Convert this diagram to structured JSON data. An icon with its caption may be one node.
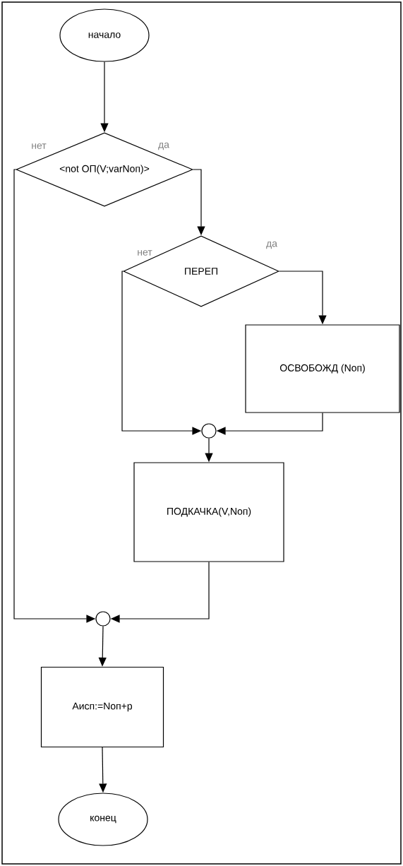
{
  "diagram": {
    "nodes": [
      {
        "text": [
          "начало"
        ]
      },
      {
        "text": [
          "<not ОП(V;varNоп)>"
        ]
      },
      {
        "text": [
          "ПЕРЕП"
        ]
      },
      {
        "text": [
          "ОСВОБОЖД (Nоп)"
        ]
      },
      {
        "text": [],
        "shape": "circle"
      },
      {
        "text": [
          "ПОДКАЧКА(V,Nоп)"
        ]
      },
      {
        "text": [],
        "shape": "circle"
      },
      {
        "text": [
          "Аисп:=Nоп+р"
        ]
      },
      {
        "text": [
          "конец"
        ]
      }
    ],
    "edges": [
      {
        "from": 0,
        "to": 1,
        "arrow": "to"
      },
      {
        "from": 1,
        "to": 6,
        "arrow": "to",
        "label": "нет"
      },
      {
        "from": 1,
        "to": 2,
        "arrow": "to",
        "label": "да"
      },
      {
        "from": 2,
        "to": 4,
        "arrow": "to",
        "label": "нет"
      },
      {
        "from": 2,
        "to": 3,
        "arrow": "to",
        "label": "да"
      },
      {
        "from": 3,
        "to": 4,
        "arrow": "to"
      },
      {
        "from": 4,
        "to": 5,
        "arrow": "to"
      },
      {
        "from": 5,
        "to": 6,
        "arrow": "to"
      },
      {
        "from": 6,
        "to": 7,
        "arrow": "to"
      },
      {
        "from": 7,
        "to": 8,
        "arrow": "to"
      }
    ]
  }
}
